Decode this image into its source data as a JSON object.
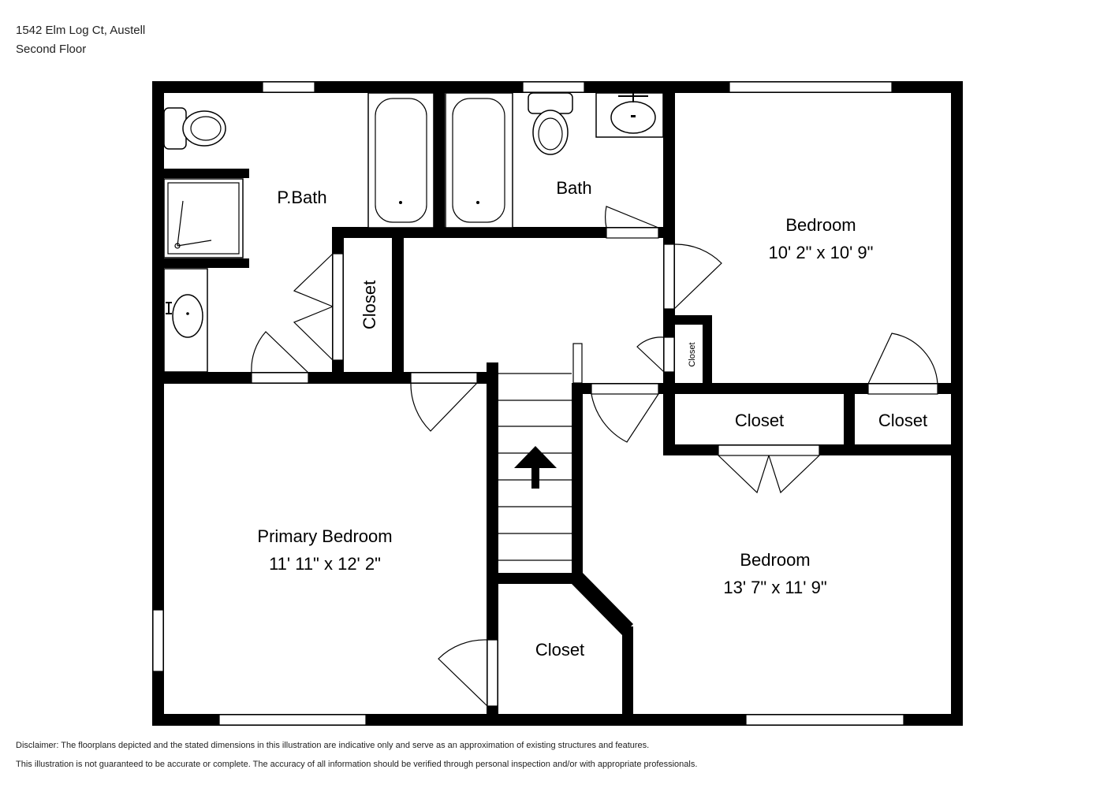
{
  "header": {
    "address": "1542 Elm Log Ct, Austell",
    "floor": "Second Floor"
  },
  "rooms": {
    "primary_bath": {
      "name": "P.Bath"
    },
    "bath": {
      "name": "Bath"
    },
    "bedroom_1": {
      "name": "Bedroom",
      "size": "10' 2\" x 10' 9\""
    },
    "bedroom_2": {
      "name": "Bedroom",
      "size": "13' 7\" x 11' 9\""
    },
    "primary_bedroom": {
      "name": "Primary Bedroom",
      "size": "11' 11\" x 12' 2\""
    },
    "closet_hall": {
      "name": "Closet"
    },
    "closet_small": {
      "name": "Closet"
    },
    "closet_center": {
      "name": "Closet"
    },
    "closet_right": {
      "name": "Closet"
    },
    "closet_under_stairs": {
      "name": "Closet"
    }
  },
  "footer": {
    "disclaimer_1": "Disclaimer: The floorplans depicted and the stated dimensions in this illustration are indicative only and serve as an approximation of existing structures and features.",
    "disclaimer_2": "This illustration is not guaranteed to be accurate or complete. The accuracy of all information should be verified through personal inspection and/or with appropriate professionals."
  }
}
